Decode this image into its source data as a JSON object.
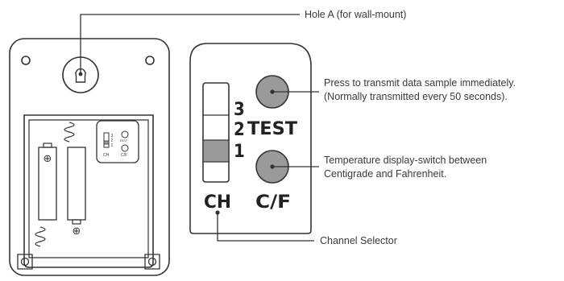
{
  "callouts": {
    "hole": "Hole A (for wall-mount)",
    "test_line1": "Press to transmit data sample immediately.",
    "test_line2": "(Normally transmitted every 50 seconds).",
    "cf_line1": "Temperature display-switch between",
    "cf_line2": "Centigrade and Fahrenheit.",
    "channel": "Channel Selector"
  },
  "panel": {
    "channel_numbers": [
      "3",
      "2",
      "1"
    ],
    "ch_label": "CH",
    "test_label": "TEST",
    "cf_label": "C/F"
  },
  "mini_panel": {
    "channel_numbers": [
      "3",
      "2",
      "1"
    ],
    "test_label": "TEST",
    "ch_label": "CH",
    "cf_label": "C/F"
  },
  "battery_symbols": {
    "plus": "⊕"
  },
  "colors": {
    "line": "#333333",
    "button_fill": "#9a9a9a",
    "selector_fill": "#9a9a9a"
  }
}
